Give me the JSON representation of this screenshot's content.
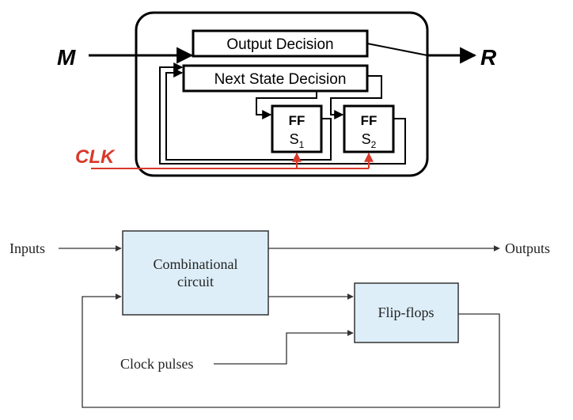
{
  "top_diagram": {
    "input_label": "M",
    "output_label": "R",
    "clock_label": "CLK",
    "output_decision_label": "Output Decision",
    "next_state_label": "Next State Decision",
    "flipflops": [
      {
        "title": "FF",
        "state": "S",
        "index": "1"
      },
      {
        "title": "FF",
        "state": "S",
        "index": "2"
      }
    ],
    "colors": {
      "clock": "#d8392b",
      "line": "#000000"
    }
  },
  "bottom_diagram": {
    "inputs_label": "Inputs",
    "outputs_label": "Outputs",
    "comb_line1": "Combinational",
    "comb_line2": "circuit",
    "flipflops_label": "Flip-flops",
    "clock_label": "Clock pulses",
    "colors": {
      "block_fill": "#ddeef8",
      "line": "#333333"
    }
  }
}
